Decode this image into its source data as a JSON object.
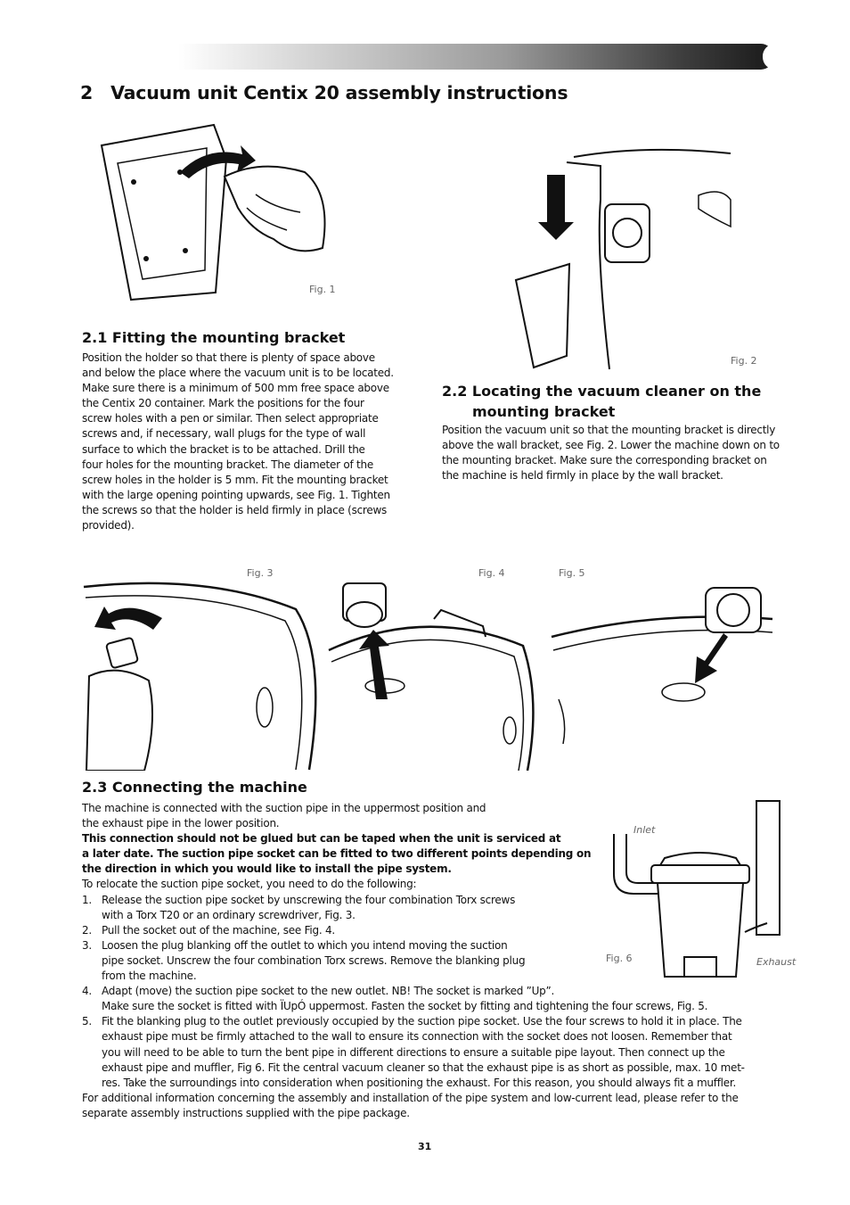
{
  "page": {
    "number": "31"
  },
  "title": {
    "number": "2",
    "text": "Vacuum unit Centix 20 assembly instructions"
  },
  "figures": {
    "fig1": "Fig. 1",
    "fig2": "Fig. 2",
    "fig3": "Fig. 3",
    "fig4": "Fig. 4",
    "fig5": "Fig. 5",
    "fig6": "Fig. 6",
    "fig6_inlet": "Inlet",
    "fig6_exhaust": "Exhaust"
  },
  "section_2_1": {
    "heading": "2.1 Fitting the mounting bracket",
    "lines": [
      "Position the holder so that there is plenty of space above",
      "and below the place where the vacuum unit is to be located.",
      "Make sure there is a minimum of 500 mm free space above",
      "the Centix 20 container. Mark the positions for the four",
      "screw holes with a pen or similar. Then select appropriate",
      "screws and, if necessary, wall plugs for the type of wall",
      "surface to which the bracket is to be attached.  Drill the",
      "four holes for the mounting bracket. The diameter of the",
      "screw holes in the holder is 5 mm. Fit the mounting bracket",
      "with the large opening pointing upwards, see Fig. 1. Tighten",
      "the screws so that the holder is held firmly in place (screws",
      "provided)."
    ]
  },
  "section_2_2": {
    "heading_line1": "2.2 Locating the vacuum cleaner on the",
    "heading_line2": "mounting bracket",
    "lines": [
      "Position the vacuum unit so that the mounting bracket is directly",
      "above the wall bracket, see Fig. 2. Lower the machine down on to",
      "the mounting bracket. Make sure the corresponding bracket on",
      "the machine is held firmly in place by the wall bracket."
    ]
  },
  "section_2_3": {
    "heading": "2.3 Connecting the machine",
    "intro": [
      "The machine is connected with the suction pipe in the uppermost position and",
      "the exhaust pipe in the lower position."
    ],
    "bold_lines": [
      "This connection should not be glued but can be taped when the unit is serviced at",
      "a later date. The suction pipe socket can be fitted to two different points depending on",
      "the direction in which you would like to install the pipe system."
    ],
    "relocate": "To relocate the suction pipe socket, you need to do the following:",
    "steps": [
      {
        "n": "1.",
        "lines": [
          "Release the suction pipe socket by unscrewing the four combination Torx screws",
          "with a Torx T20 or an ordinary screwdriver, Fig. 3."
        ]
      },
      {
        "n": "2.",
        "lines": [
          "Pull the socket out of the machine, see Fig. 4."
        ]
      },
      {
        "n": "3.",
        "lines": [
          "Loosen the plug blanking off the outlet to which you intend moving the suction",
          "pipe socket. Unscrew the four combination Torx screws. Remove the blanking plug",
          "from the machine."
        ]
      },
      {
        "n": "4.",
        "lines": [
          "Adapt (move) the suction pipe socket to the new outlet. NB! The socket is marked ”Up”.",
          "Make sure the socket is fitted with ÏUpÓ uppermost. Fasten the socket by fitting and tightening the four screws, Fig. 5."
        ]
      },
      {
        "n": "5.",
        "lines": [
          "Fit the blanking plug to the outlet previously occupied by the suction pipe socket. Use the four screws to hold it in place. The",
          "exhaust pipe must be firmly attached to the wall to ensure its connection with the socket does not loosen. Remember that",
          "you will need to be able to turn the bent pipe in different directions to ensure a suitable pipe layout.  Then connect up the",
          "exhaust pipe and muffler, Fig 6. Fit the central vacuum cleaner so that the exhaust pipe is as short as possible, max. 10 met-",
          "res. Take the surroundings into consideration when positioning the exhaust. For this reason, you should always fit a muffler."
        ]
      }
    ],
    "closing": [
      "For additional information concerning the assembly and installation of the pipe system and low-current lead, please refer to the",
      "separate assembly instructions supplied with the pipe package."
    ]
  }
}
